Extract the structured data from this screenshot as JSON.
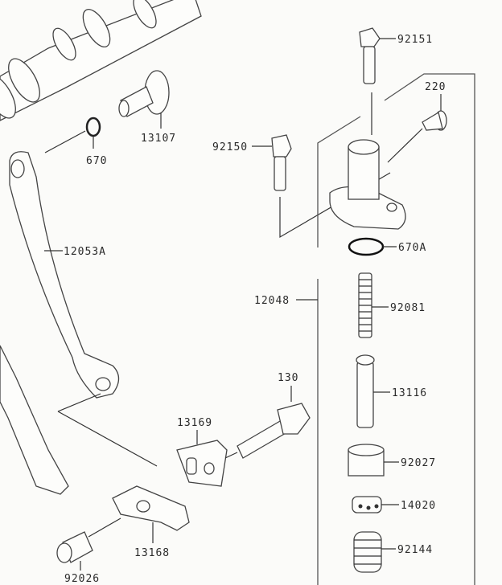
{
  "diagram": {
    "title": "Cam chain tensioner parts diagram",
    "part_labels": {
      "p92151": "92151",
      "p220": "220",
      "p13107": "13107",
      "p670": "670",
      "p92150": "92150",
      "p12053A": "12053A",
      "p670A": "670A",
      "p12048": "12048",
      "p92081": "92081",
      "p13116": "13116",
      "p130": "130",
      "p13169": "13169",
      "p92027": "92027",
      "p14020": "14020",
      "p13168": "13168",
      "p92144": "92144",
      "p92026": "92026"
    }
  }
}
